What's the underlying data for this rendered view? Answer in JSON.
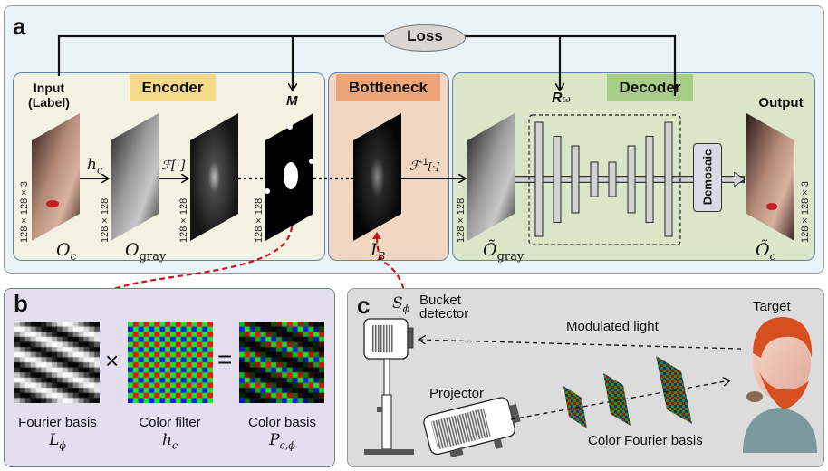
{
  "panel_a": {
    "letter": "a",
    "loss_label": "Loss",
    "encoder": {
      "title": "Encoder",
      "title_color": "#f7d98a"
    },
    "bottleneck": {
      "title": "Bottleneck",
      "title_color": "#eda578"
    },
    "decoder": {
      "title": "Decoder",
      "title_color": "#a8cd88"
    },
    "input_label_line1": "Input",
    "input_label_line2": "(Label)",
    "output_label": "Output",
    "mask_label": "M",
    "network_label": "R",
    "network_sub": "ω",
    "demosaic_label": "Demosaic",
    "arrows": {
      "hc": "h",
      "hc_sub": "c",
      "fourier": "ℱ[·]",
      "inverse_fourier": "ℱ",
      "inverse_sup": "-1",
      "inverse_tail": "[·]"
    },
    "images": [
      {
        "name": "O",
        "sub": "c",
        "dims": "128 × 128 × 3"
      },
      {
        "name": "O",
        "sub": "gray",
        "dims": "128 × 128"
      },
      {
        "name": "",
        "sub": "",
        "dims": "128 × 128"
      },
      {
        "name": "",
        "sub": "",
        "dims": "128 × 128"
      },
      {
        "name": "I",
        "sub": "B",
        "dims": ""
      },
      {
        "name": "Õ",
        "sub": "gray",
        "dims": "128 × 128"
      },
      {
        "name": "Õ",
        "sub": "c",
        "dims": "128 × 128 × 3"
      }
    ]
  },
  "panel_b": {
    "letter": "b",
    "times": "×",
    "equals": "=",
    "items": [
      {
        "caption": "Fourier basis",
        "symbol": "L",
        "sub": "ϕ"
      },
      {
        "caption": "Color filter",
        "symbol": "h",
        "sub": "c"
      },
      {
        "caption": "Color basis",
        "symbol": "P",
        "sub": "c,ϕ"
      }
    ]
  },
  "panel_c": {
    "letter": "c",
    "signal_symbol": "S",
    "signal_sub": "ϕ",
    "bucket_label_line1": "Bucket",
    "bucket_label_line2": "detector",
    "modulated_light": "Modulated light",
    "projector": "Projector",
    "color_fourier_basis": "Color Fourier basis",
    "target": "Target"
  }
}
